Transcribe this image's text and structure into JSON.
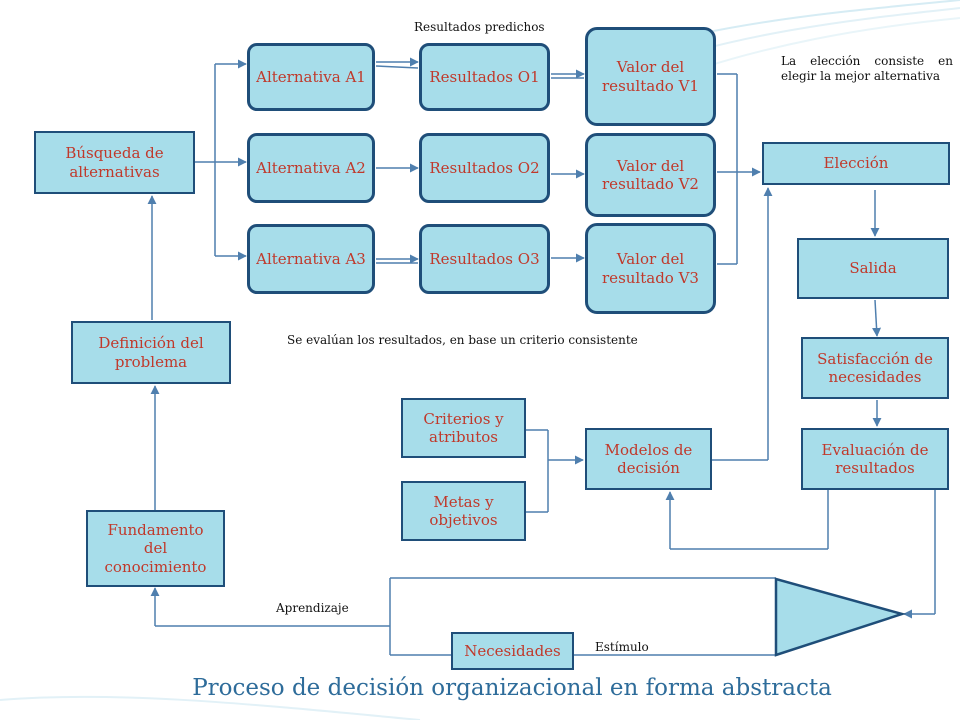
{
  "boxes": {
    "busqueda": "Búsqueda de alternativas",
    "definicion": "Definición del problema",
    "fundamento": "Fundamento del conocimiento",
    "alt_a1": "Alternativa A1",
    "alt_a2": "Alternativa A2",
    "alt_a3": "Alternativa A3",
    "res_o1": "Resultados O1",
    "res_o2": "Resultados O2",
    "res_o3": "Resultados O3",
    "val_v1": "Valor del resultado V1",
    "val_v2": "Valor del resultado V2",
    "val_v3": "Valor del resultado V3",
    "eleccion": "Elección",
    "salida": "Salida",
    "satisfaccion": "Satisfacción de necesidades",
    "evaluacion": "Evaluación de resultados",
    "criterios": "Criterios y atributos",
    "metas": "Metas y objetivos",
    "modelos": "Modelos de decisión",
    "necesidades": "Necesidades"
  },
  "labels": {
    "resultados_predichos": "Resultados predichos",
    "nota_eleccion": "La elección consiste en elegir la mejor alternativa",
    "se_evaluan": "Se evalúan los resultados, en base un criterio consistente",
    "aprendizaje": "Aprendizaje",
    "estimulo": "Estímulo"
  },
  "title": "Proceso de decisión organizacional en forma abstracta",
  "colors": {
    "box_fill": "#a7ddea",
    "box_border": "#1f4e79",
    "box_text": "#c0392b",
    "title_text": "#2e6c9a",
    "connector": "#4f7fae"
  }
}
